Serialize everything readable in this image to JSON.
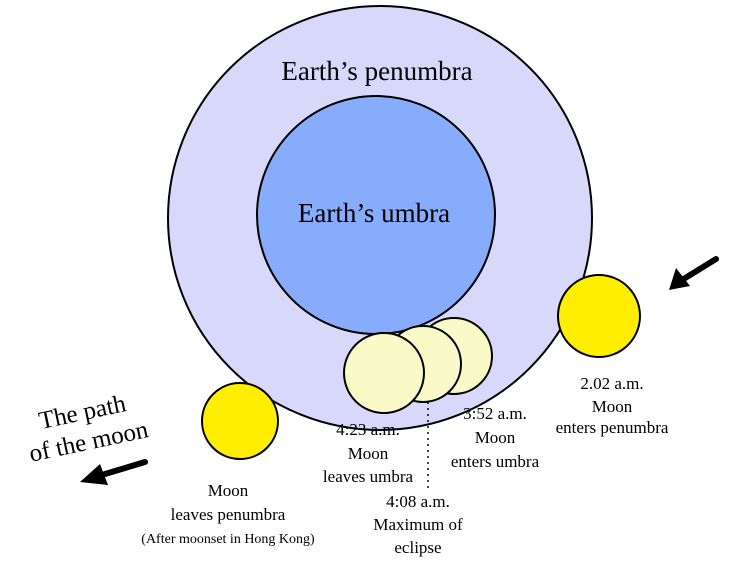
{
  "colors": {
    "penumbra": "#d8d8fb",
    "umbra": "#88acfc",
    "moon_yellow": "#ffee00",
    "moon_pale": "#fafac8",
    "outline": "#000000",
    "background": "#ffffff"
  },
  "labels": {
    "penumbra": "Earth’s penumbra",
    "umbra": "Earth’s umbra",
    "path": [
      "The path",
      "of the moon"
    ],
    "enter_penumbra": [
      "2.02 a.m.",
      "Moon",
      "enters penumbra"
    ],
    "enter_umbra": [
      "3:52 a.m.",
      "Moon",
      "enters umbra"
    ],
    "leave_umbra": [
      "4:23 a.m.",
      "Moon",
      "leaves umbra"
    ],
    "maximum": [
      "4:08 a.m.",
      "Maximum of",
      "eclipse"
    ],
    "leave_penumbra": [
      "Moon",
      "leaves penumbra"
    ],
    "moonset_note": "(After moonset in Hong Kong)"
  },
  "icons": {
    "incoming_arrow": "arrow-down-left-icon",
    "outgoing_arrow": "arrow-down-left-icon"
  }
}
